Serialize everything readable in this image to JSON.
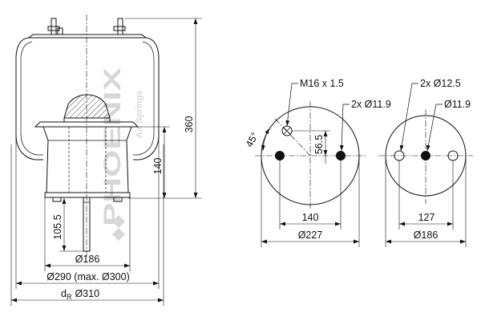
{
  "watermark": {
    "brand": "PHOENIX",
    "tagline": "Air Springs"
  },
  "side_view": {
    "height_total": "360",
    "height_lower": "140",
    "stud_length": "105.5",
    "diameter_piston": "Ø186",
    "diameter_bellow": "Ø290 (max. Ø300)",
    "diameter_ref_symbol": "d",
    "diameter_ref_sub": "R",
    "diameter_ref_value": "Ø310"
  },
  "top_plate_view": {
    "thread": "M16 x 1.5",
    "holes": "2x Ø11.9",
    "angle": "45°",
    "offset": "56.5",
    "hole_spacing": "140",
    "plate_diameter": "Ø227"
  },
  "bottom_plate_view": {
    "holes_outer": "2x Ø12.5",
    "hole_center": "Ø11.9",
    "hole_spacing": "127",
    "plate_diameter": "Ø186"
  }
}
